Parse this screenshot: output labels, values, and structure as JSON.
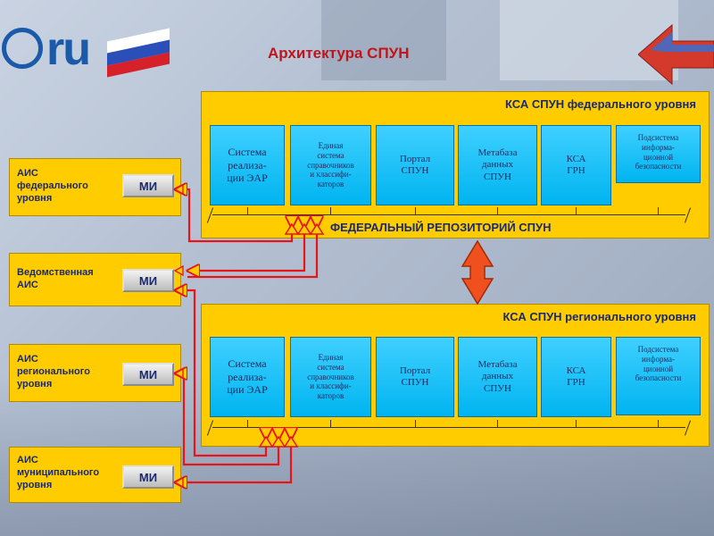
{
  "header": {
    "title": "Архитектура СПУН",
    "logo_text": "ru"
  },
  "federal": {
    "title": "КСА СПУН федерального уровня",
    "repository": "ФЕДЕРАЛЬНЫЙ РЕПОЗИТОРИЙ СПУН",
    "modules": [
      "Система\nреализа-\nции ЭАР",
      "Единая\nсистема\nсправочников\nи классифи-\nкаторов",
      "Портал\nСПУН",
      "Метабаза\nданных\nСПУН",
      "КСА\nГРН",
      "Подсистема\nинформа-\nционной\nбезопасности"
    ]
  },
  "regional": {
    "title": "КСА СПУН регионального уровня",
    "modules": [
      "Система\nреализа-\nции ЭАР",
      "Единая\nсистема\nсправочников\nи классифи-\nкаторов",
      "Портал\nСПУН",
      "Метабаза\nданных\nСПУН",
      "КСА\nГРН",
      "Подсистема\nинформа-\nционной\nбезопасности"
    ]
  },
  "ais": [
    {
      "label": "АИС\nфедерального\nуровня",
      "mi": "МИ"
    },
    {
      "label": "Ведомственная\nАИС",
      "mi": "МИ"
    },
    {
      "label": "АИС\nрегионального\nуровня",
      "mi": "МИ"
    },
    {
      "label": "АИС\nмуниципального\nуровня",
      "mi": "МИ"
    }
  ],
  "colors": {
    "panel": "#ffcc00",
    "module": "#00b4f0",
    "wire": "#e8141a",
    "title": "#c0141a",
    "text": "#1a2a6b"
  }
}
